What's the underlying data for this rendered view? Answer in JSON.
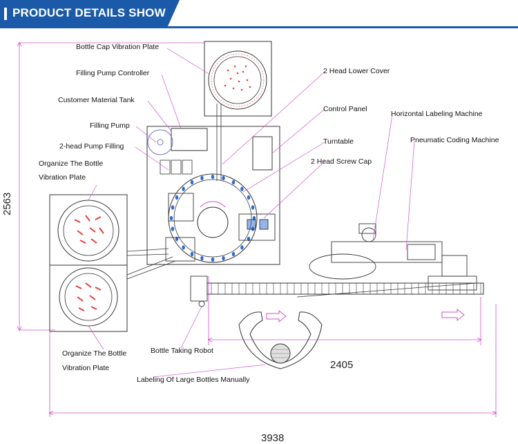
{
  "header": {
    "title": "PRODUCT DETAILS SHOW"
  },
  "colors": {
    "accent": "#1a5aa8",
    "leader": "#d24fcf",
    "part": "#e83a3a",
    "wheel": "#2a6bd1"
  },
  "dimensions": {
    "height": "2563",
    "line_width": "2405",
    "total_width": "3938"
  },
  "labels": {
    "cap_plate": "Bottle Cap Vibration Plate",
    "pump_controller": "Filling Pump Controller",
    "material_tank": "Customer Material Tank",
    "filling_pump": "Filling Pump",
    "pump_filling": "2-head Pump Filling",
    "organize_top_1": "Organize The Bottle",
    "organize_top_2": "Vibration Plate",
    "lower_cover": "2 Head Lower Cover",
    "control_panel": "Control Panel",
    "turntable": "Turntable",
    "screw_cap": "2 Head Screw Cap",
    "labeling_machine": "Horizontal Labeling Machine",
    "coding_machine": "Pneumatic Coding Machine",
    "organize_bottom_1": "Organize The Bottle",
    "organize_bottom_2": "Vibration Plate",
    "robot": "Bottle Taking Robot",
    "manual_labeling": "Labeling Of Large Bottles Manually"
  }
}
